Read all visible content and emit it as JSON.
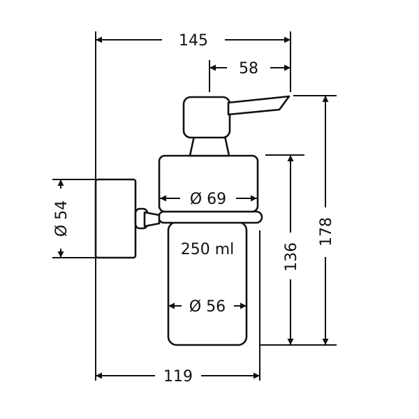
{
  "dimensions": {
    "overall_width": "145",
    "lever_width": "58",
    "overall_height": "178",
    "container_height": "136",
    "wall_mount_diameter": "Ø 54",
    "pump_head_diameter": "Ø 69",
    "container_diameter": "Ø 56",
    "depth_from_wall": "119"
  },
  "container": {
    "capacity": "250 ml"
  },
  "colors": {
    "line": "#111111",
    "background": "#ffffff"
  }
}
